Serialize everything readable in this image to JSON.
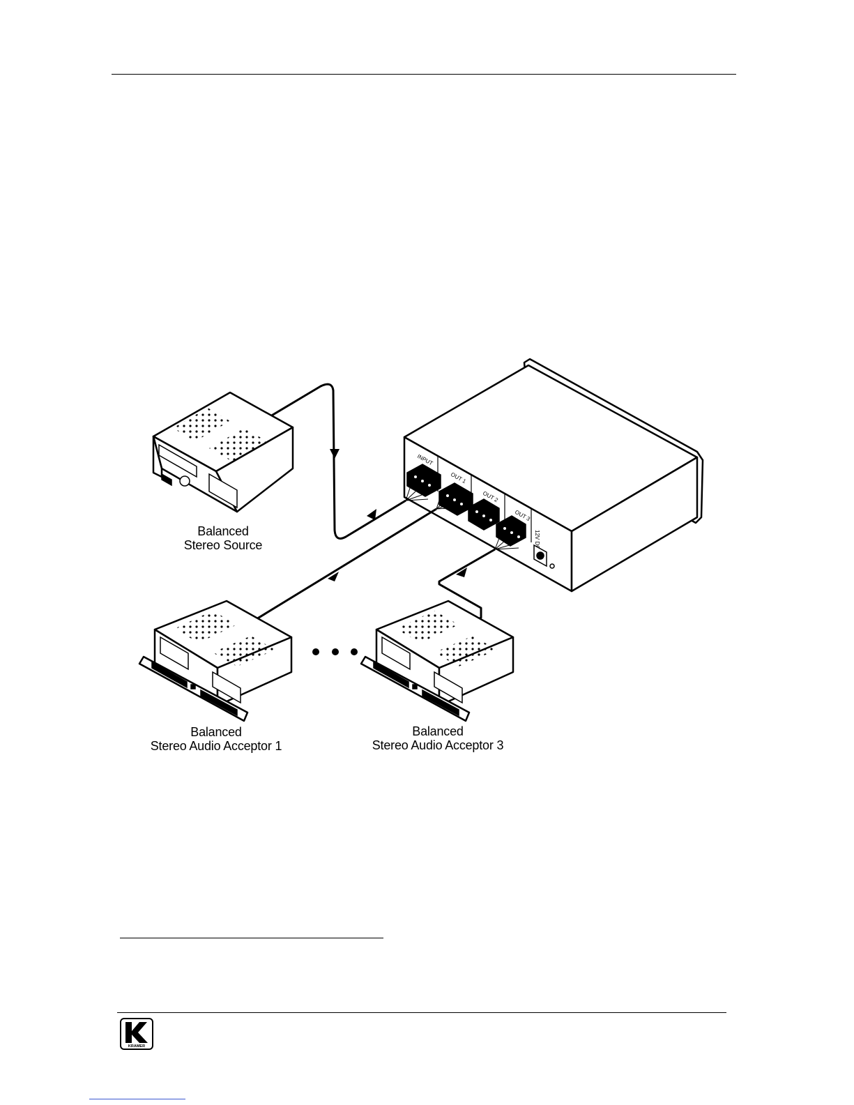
{
  "figure": {
    "labels": {
      "source": {
        "line1": "Balanced",
        "line2": "Stereo Source"
      },
      "acceptor1": {
        "line1": "Balanced",
        "line2": "Stereo Audio Acceptor 1"
      },
      "acceptor3": {
        "line1": "Balanced",
        "line2": "Stereo Audio Acceptor 3"
      }
    },
    "panel": {
      "input": "INPUT",
      "out1": "OUT 1",
      "out2": "OUT 2",
      "out3": "OUT 3",
      "power": "12V DC"
    }
  },
  "footer": {
    "logo_text": "KRAMER"
  }
}
